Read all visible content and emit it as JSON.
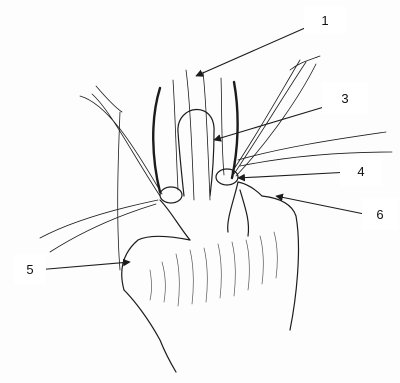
{
  "diagram": {
    "labels": [
      {
        "id": "label-1",
        "text": "1"
      },
      {
        "id": "label-3",
        "text": "3"
      },
      {
        "id": "label-4",
        "text": "4"
      },
      {
        "id": "label-5",
        "text": "5"
      },
      {
        "id": "label-6",
        "text": "6"
      }
    ]
  },
  "colors": {
    "ink": "#1c1c1c",
    "paper": "#fdfdfd"
  }
}
